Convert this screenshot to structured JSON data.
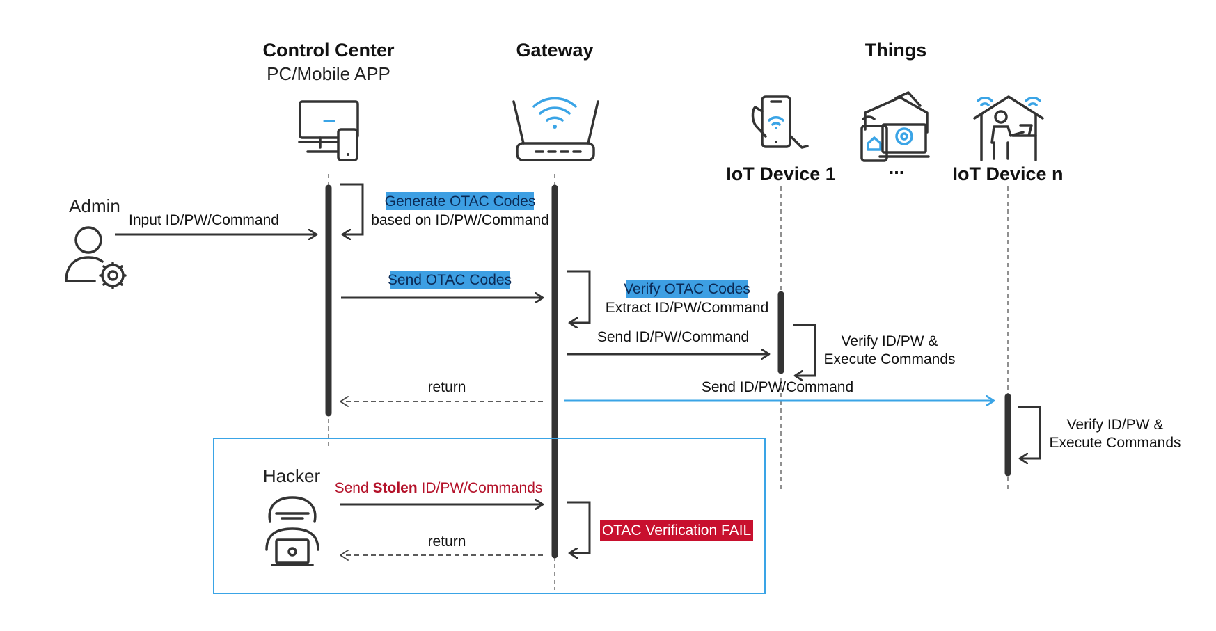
{
  "colors": {
    "accent_blue": "#3aa4e6",
    "highlight_blue": "#3d9fe3",
    "fail_red": "#c8102e",
    "stolen_red": "#b4122a",
    "line_dark": "#333333"
  },
  "headers": {
    "control_center": "Control Center",
    "control_center_sub": "PC/Mobile APP",
    "gateway": "Gateway",
    "things": "Things",
    "iot_device_1": "IoT Device 1",
    "ellipsis": "...",
    "iot_device_n": "IoT Device n"
  },
  "actors": {
    "admin": "Admin",
    "hacker": "Hacker"
  },
  "icons": {
    "control_center": "computer-and-phone-icon",
    "gateway": "wifi-router-icon",
    "iot_device_1": "smartphone-wifi-icon",
    "things_middle": "smart-home-devices-icon",
    "iot_device_n": "smart-home-user-icon",
    "admin": "admin-user-gear-icon",
    "hacker": "hacker-laptop-icon"
  },
  "messages": {
    "input_cmd": "Input ID/PW/Command",
    "generate_otac": "Generate OTAC Codes",
    "generate_otac_sub": "based on ID/PW/Command",
    "send_otac": "Send OTAC Codes",
    "verify_otac": "Verify OTAC Codes",
    "verify_otac_sub": "Extract ID/PW/Command",
    "send_id_1": "Send ID/PW/Command",
    "verify_exec_1a": "Verify ID/PW &",
    "verify_exec_1b": "Execute Commands",
    "return_1": "return",
    "send_id_n": "Send ID/PW/Command",
    "verify_exec_na": "Verify ID/PW &",
    "verify_exec_nb": "Execute Commands",
    "hacker_send_pre": "Send ",
    "hacker_send_bold": "Stolen",
    "hacker_send_post": " ID/PW/Commands",
    "return_2": "return",
    "otac_fail": "OTAC Verification FAIL"
  }
}
